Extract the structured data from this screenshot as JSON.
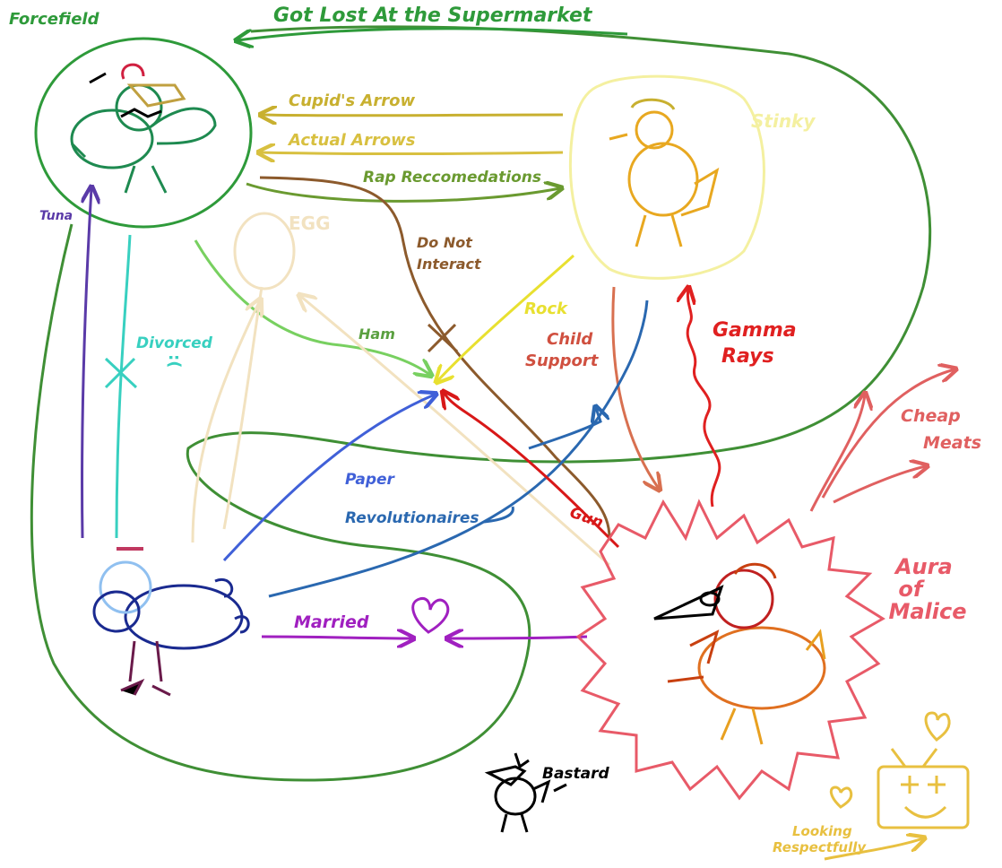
{
  "nodes": {
    "forcefield": "Forcefield",
    "egg": "EGG",
    "stinky": "Stinky",
    "aura": [
      "Aura",
      "of",
      "Malice"
    ],
    "bastard": "Bastard"
  },
  "edges": {
    "got_lost": "Got Lost At the Supermarket",
    "cupids_arrow": "Cupid's Arrow",
    "actual_arrows": "Actual Arrows",
    "rap": "Rap Reccomedations",
    "do_not_interact": [
      "Do Not",
      "Interact"
    ],
    "rock": "Rock",
    "ham": "Ham",
    "child_support": [
      "Child",
      "Support"
    ],
    "gamma_rays": [
      "Gamma",
      "Rays"
    ],
    "tuna": "Tuna",
    "divorced": "Divorced",
    "divorced_face": ":(",
    "paper": "Paper",
    "revolutionaires": "Revolutionaires",
    "gun": "Gun",
    "married": "Married",
    "cheap_meats": [
      "Cheap",
      "Meats"
    ],
    "looking_respectfully": [
      "Looking",
      "Respectfully"
    ]
  },
  "colors": {
    "green": "#2e9a3a",
    "dark_green": "#3f8f35",
    "mustard": "#c8b030",
    "pale_yellow": "#f4f0a0",
    "orange": "#e8a820",
    "brown": "#8c5a2c",
    "teal": "#38d0c0",
    "purple": "#5a3aa8",
    "light_green": "#78d060",
    "yellow": "#e8e030",
    "blue": "#4060d8",
    "steel_blue": "#2a68b0",
    "red": "#e02020",
    "salmon": "#e06048",
    "pink_red": "#e85a68",
    "magenta": "#a020c0",
    "beige": "#f2e2c0",
    "navy": "#1a2a90"
  }
}
